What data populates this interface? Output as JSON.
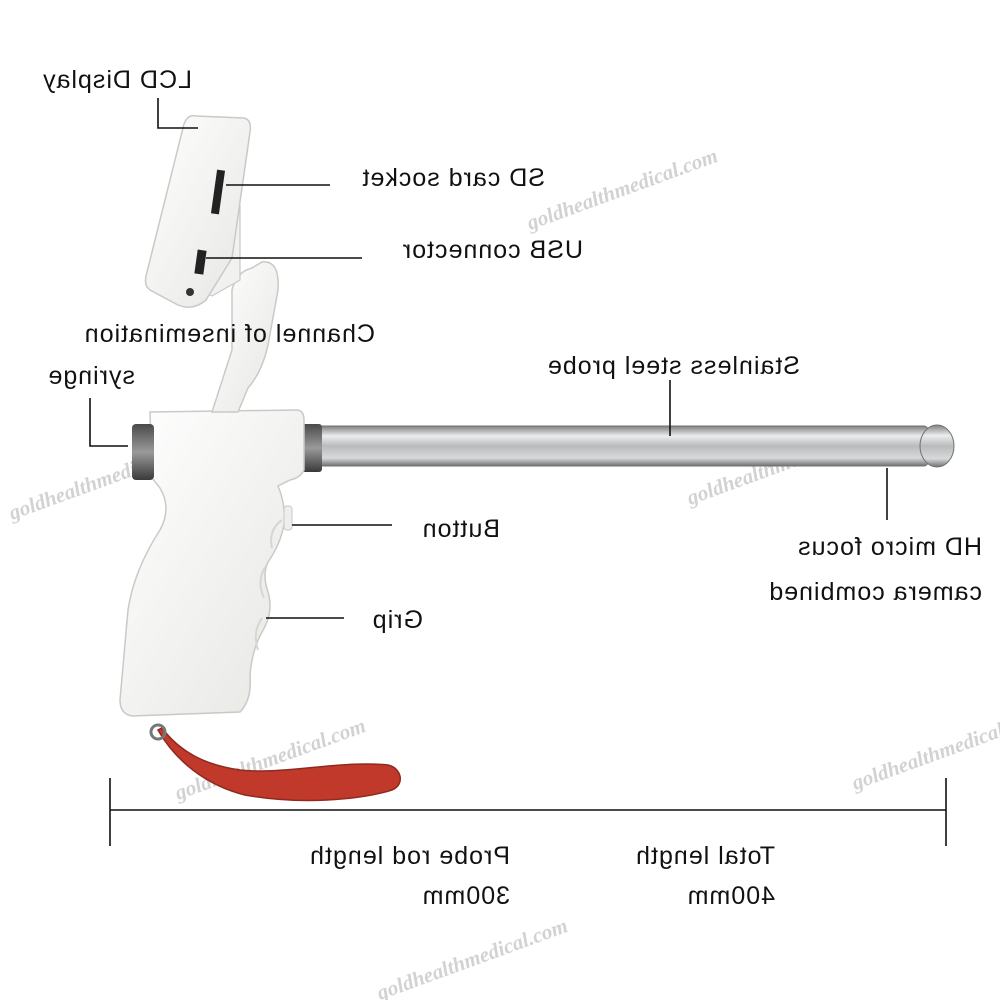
{
  "callouts": {
    "lcd_display": "LCD Display",
    "sd_card_socket": "SD card socket",
    "usb_connector": "USB connector",
    "channel_line1": "Channel of insemination",
    "channel_line2": "syringe",
    "stainless_probe": "Stainless steel probe",
    "button": "Button",
    "grip": "Grip",
    "camera_line1": "HD micro focus",
    "camera_line2": "camera combined"
  },
  "dimensions": {
    "probe_rod_label": "Probe rod length",
    "probe_rod_value": "300mm",
    "total_label": "Total length",
    "total_value": "400mm"
  },
  "watermark": "goldhealthmedical.com",
  "colors": {
    "device_body": "#f4f4f2",
    "device_edge": "#c9c9c6",
    "steel_dark": "#8e9092",
    "steel_light": "#e8e9ea",
    "strap": "#c0392b",
    "text": "#111111",
    "watermark": "#bbbbbb"
  }
}
